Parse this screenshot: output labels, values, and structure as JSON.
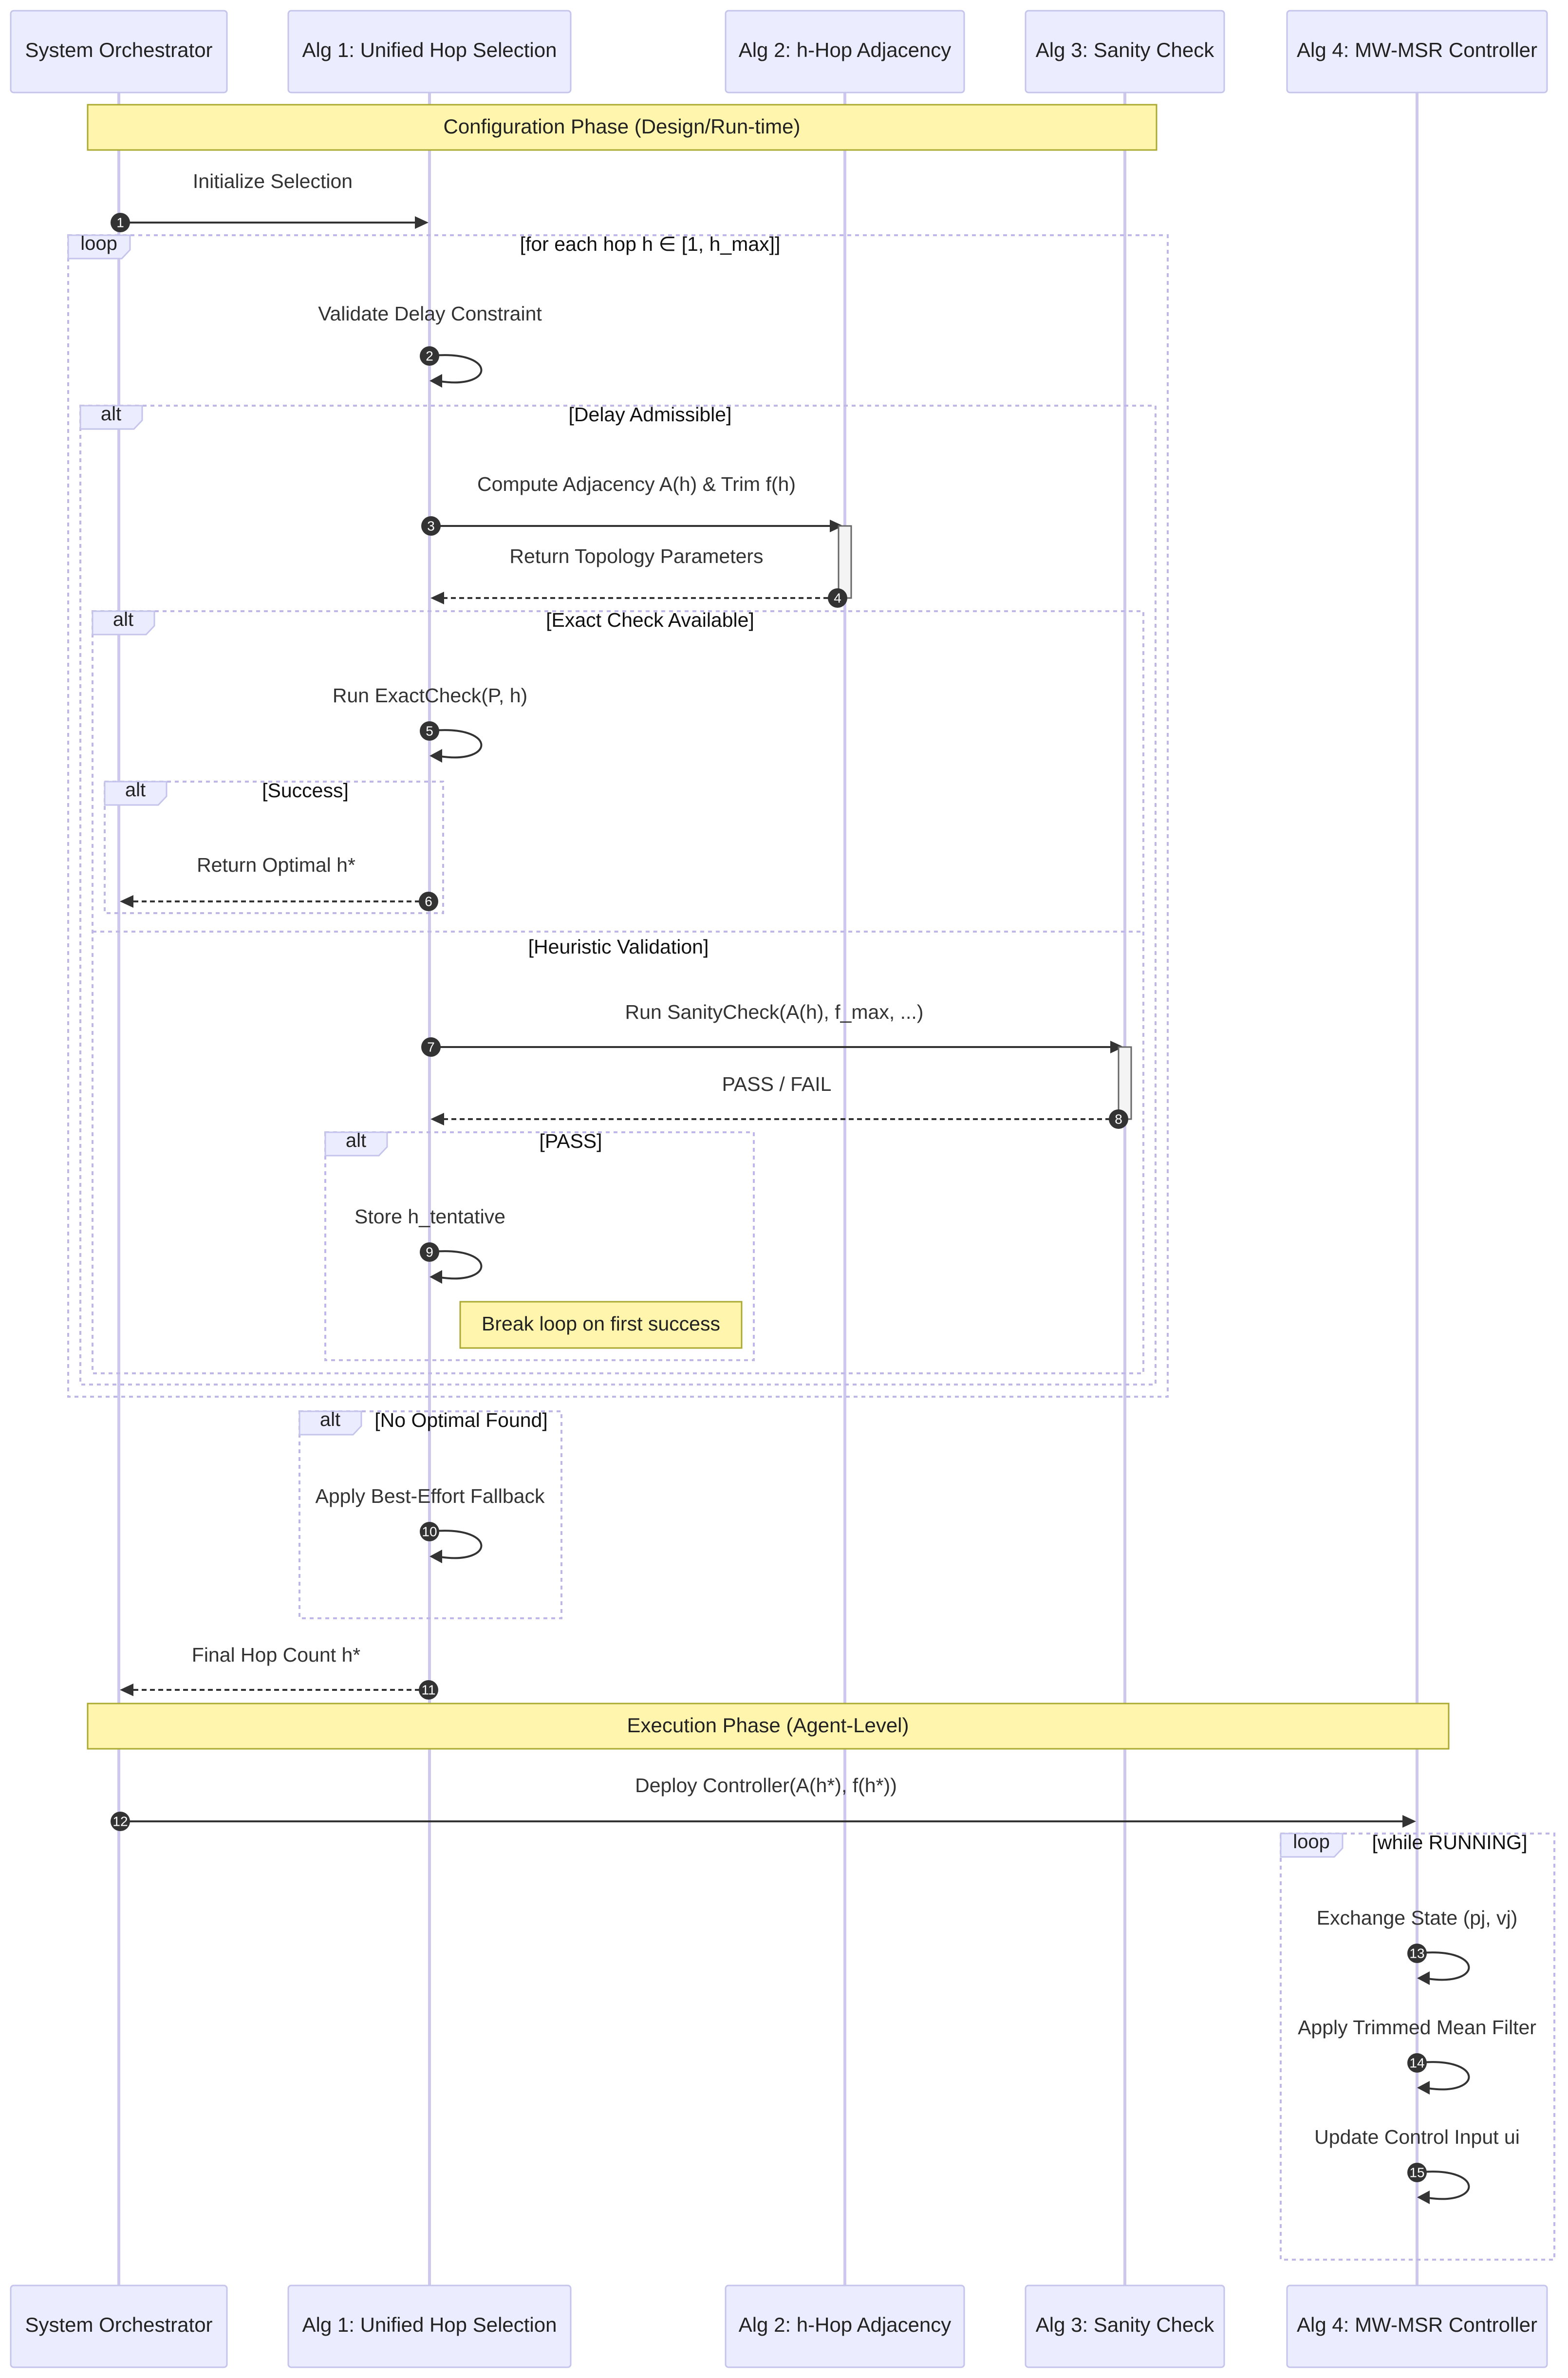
{
  "actors": [
    {
      "id": "orch",
      "label": "System Orchestrator"
    },
    {
      "id": "alg1",
      "label": "Alg 1: Unified Hop Selection"
    },
    {
      "id": "alg2",
      "label": "Alg 2: h-Hop Adjacency"
    },
    {
      "id": "alg3",
      "label": "Alg 3: Sanity Check"
    },
    {
      "id": "alg4",
      "label": "Alg 4: MW-MSR Controller"
    }
  ],
  "phases": {
    "configuration": "Configuration Phase (Design/Run-time)",
    "execution": "Execution Phase (Agent-Level)"
  },
  "frames": {
    "loop_hops": {
      "kind": "loop",
      "condition": "[for each hop h ∈ [1, h_max]]"
    },
    "alt_delay": {
      "kind": "alt",
      "condition": "[Delay Admissible]"
    },
    "alt_exact": {
      "kind": "alt",
      "condition": "[Exact Check Available]",
      "else_condition": "[Heuristic Validation]"
    },
    "alt_success": {
      "kind": "alt",
      "condition": "[Success]"
    },
    "alt_pass": {
      "kind": "alt",
      "condition": "[PASS]"
    },
    "alt_no_optimal": {
      "kind": "alt",
      "condition": "[No Optimal Found]"
    },
    "loop_running": {
      "kind": "loop",
      "condition": "[while RUNNING]"
    }
  },
  "messages": [
    {
      "n": "1",
      "from": "orch",
      "to": "alg1",
      "label": "Initialize Selection",
      "style": "solid"
    },
    {
      "n": "2",
      "from": "alg1",
      "to": "alg1",
      "label": "Validate Delay Constraint",
      "style": "self"
    },
    {
      "n": "3",
      "from": "alg1",
      "to": "alg2",
      "label": "Compute Adjacency A(h) & Trim f(h)",
      "style": "solid"
    },
    {
      "n": "4",
      "from": "alg2",
      "to": "alg1",
      "label": "Return Topology Parameters",
      "style": "dashed"
    },
    {
      "n": "5",
      "from": "alg1",
      "to": "alg1",
      "label": "Run ExactCheck(P, h)",
      "style": "self"
    },
    {
      "n": "6",
      "from": "alg1",
      "to": "orch",
      "label": "Return Optimal h*",
      "style": "dashed"
    },
    {
      "n": "7",
      "from": "alg1",
      "to": "alg3",
      "label": "Run SanityCheck(A(h), f_max, ...)",
      "style": "solid"
    },
    {
      "n": "8",
      "from": "alg3",
      "to": "alg1",
      "label": "PASS / FAIL",
      "style": "dashed"
    },
    {
      "n": "9",
      "from": "alg1",
      "to": "alg1",
      "label": "Store h_tentative",
      "style": "self"
    },
    {
      "n": "10",
      "from": "alg1",
      "to": "alg1",
      "label": "Apply Best-Effort Fallback",
      "style": "self"
    },
    {
      "n": "11",
      "from": "alg1",
      "to": "orch",
      "label": "Final Hop Count h*",
      "style": "dashed"
    },
    {
      "n": "12",
      "from": "orch",
      "to": "alg4",
      "label": "Deploy Controller(A(h*), f(h*))",
      "style": "solid"
    },
    {
      "n": "13",
      "from": "alg4",
      "to": "alg4",
      "label": "Exchange State (pj, vj)",
      "style": "self"
    },
    {
      "n": "14",
      "from": "alg4",
      "to": "alg4",
      "label": "Apply Trimmed Mean Filter",
      "style": "self"
    },
    {
      "n": "15",
      "from": "alg4",
      "to": "alg4",
      "label": "Update Control Input ui",
      "style": "self"
    }
  ],
  "notes": {
    "break_loop": "Break loop on first success"
  }
}
